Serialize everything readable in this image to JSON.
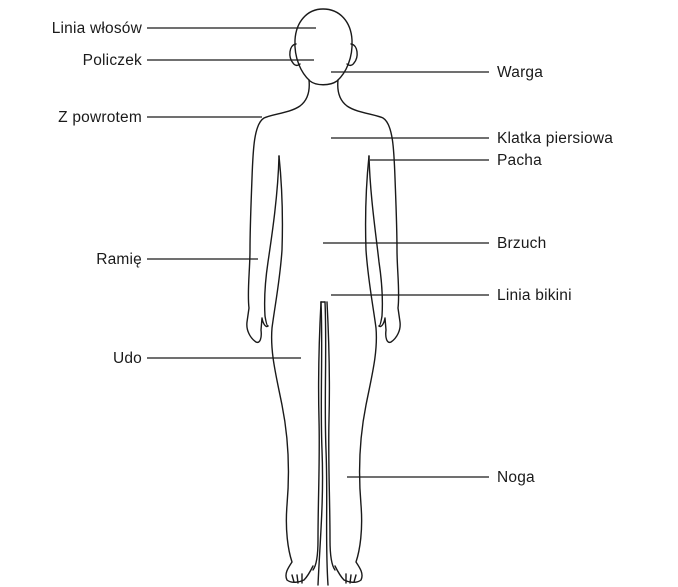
{
  "labels": {
    "hairline": "Linia włosów",
    "cheek": "Policzek",
    "back": "Z powrotem",
    "arm": "Ramię",
    "thigh": "Udo",
    "lip": "Warga",
    "chest": "Klatka piersiowa",
    "armpit": "Pacha",
    "abdomen": "Brzuch",
    "bikini_line": "Linia bikini",
    "leg": "Noga"
  },
  "colors": {
    "line": "#1a1a1a",
    "background": "#ffffff"
  }
}
